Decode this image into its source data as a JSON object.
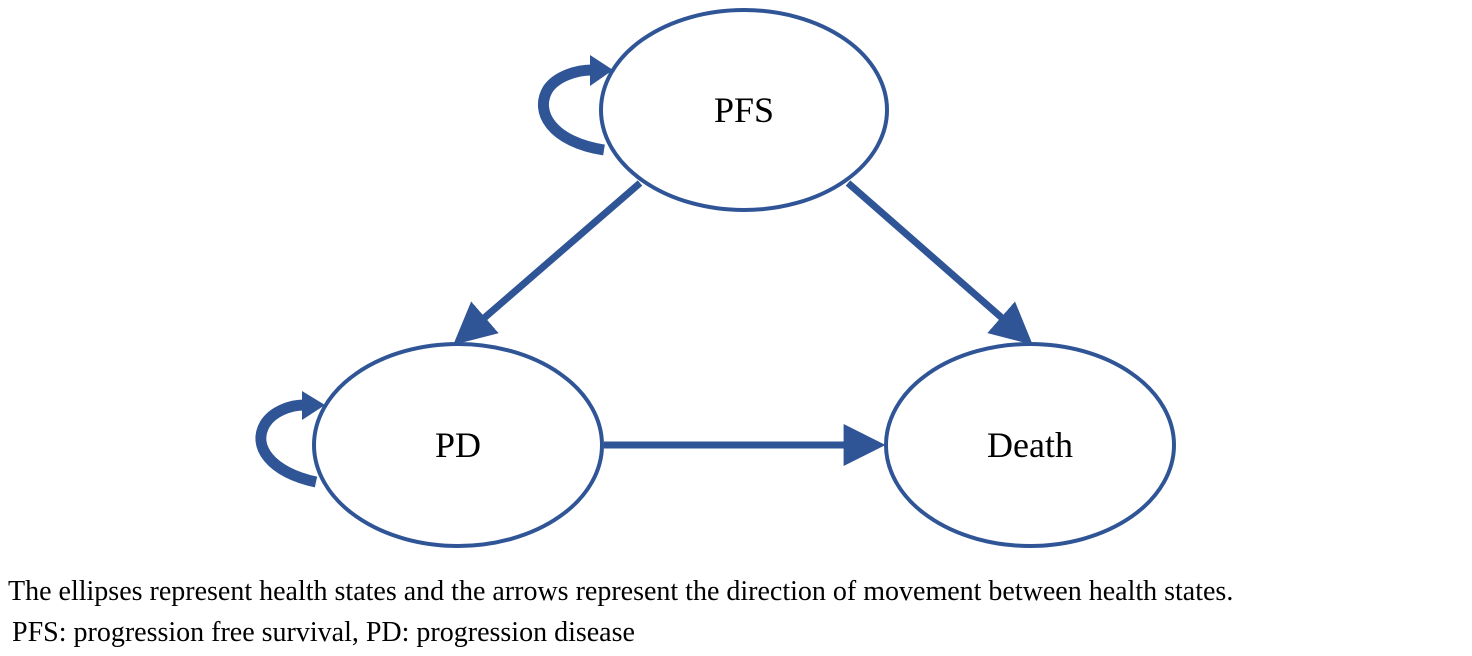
{
  "diagram": {
    "states": {
      "pfs": {
        "label": "PFS"
      },
      "pd": {
        "label": "PD"
      },
      "death": {
        "label": "Death"
      }
    },
    "transitions": [
      {
        "from": "PFS",
        "to": "PFS"
      },
      {
        "from": "PFS",
        "to": "PD"
      },
      {
        "from": "PFS",
        "to": "Death"
      },
      {
        "from": "PD",
        "to": "PD"
      },
      {
        "from": "PD",
        "to": "Death"
      }
    ],
    "colors": {
      "stroke": "#2F5597",
      "arrow": "#2F5597",
      "text": "#000000",
      "background": "#FFFFFF"
    }
  },
  "caption": {
    "line1": "The ellipses represent health states and the arrows represent the direction of movement between health states.",
    "line2": "PFS: progression free survival, PD: progression disease"
  }
}
